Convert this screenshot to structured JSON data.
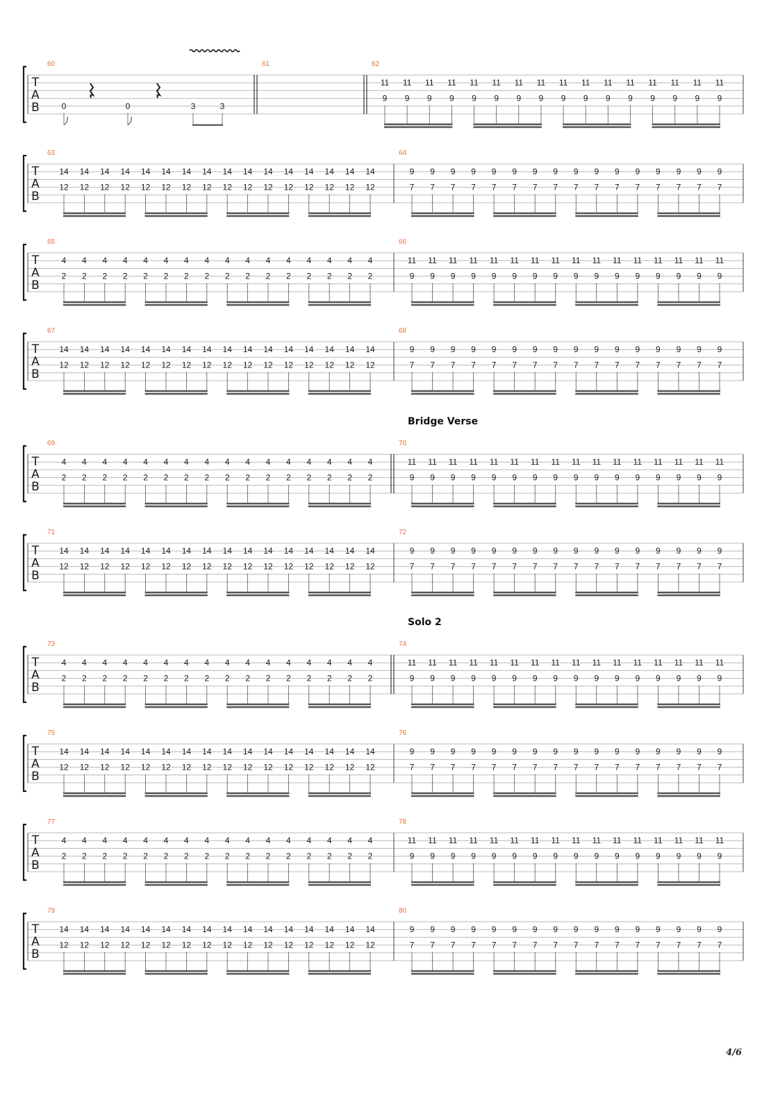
{
  "page_number": "4/6",
  "tab_clef": [
    "T",
    "A",
    "B"
  ],
  "section_labels": [
    {
      "text": "Bridge Verse",
      "before_system": 4
    },
    {
      "text": "Solo 2",
      "before_system": 6
    }
  ],
  "systems": [
    {
      "measures": [
        {
          "number": "60",
          "type": "special",
          "double_bar_end": true
        },
        {
          "number": "61",
          "type": "empty",
          "double_bar_end": true
        },
        {
          "number": "62",
          "type": "pattern",
          "top": "11",
          "bottom": "9",
          "top_string": 1,
          "bottom_string": 3
        }
      ]
    },
    {
      "measures": [
        {
          "number": "63",
          "type": "pattern",
          "top": "14",
          "bottom": "12",
          "top_string": 1,
          "bottom_string": 3
        },
        {
          "number": "64",
          "type": "pattern",
          "top": "9",
          "bottom": "7",
          "top_string": 1,
          "bottom_string": 3
        }
      ]
    },
    {
      "measures": [
        {
          "number": "65",
          "type": "pattern",
          "top": "4",
          "bottom": "2",
          "top_string": 1,
          "bottom_string": 3
        },
        {
          "number": "66",
          "type": "pattern",
          "top": "11",
          "bottom": "9",
          "top_string": 1,
          "bottom_string": 3
        }
      ]
    },
    {
      "measures": [
        {
          "number": "67",
          "type": "pattern",
          "top": "14",
          "bottom": "12",
          "top_string": 1,
          "bottom_string": 3
        },
        {
          "number": "68",
          "type": "pattern",
          "top": "9",
          "bottom": "7",
          "top_string": 1,
          "bottom_string": 3
        }
      ]
    },
    {
      "measures": [
        {
          "number": "69",
          "type": "pattern",
          "top": "4",
          "bottom": "2",
          "top_string": 1,
          "bottom_string": 3,
          "double_bar_end": true
        },
        {
          "number": "70",
          "type": "pattern",
          "top": "11",
          "bottom": "9",
          "top_string": 1,
          "bottom_string": 3
        }
      ]
    },
    {
      "measures": [
        {
          "number": "71",
          "type": "pattern",
          "top": "14",
          "bottom": "12",
          "top_string": 1,
          "bottom_string": 3
        },
        {
          "number": "72",
          "type": "pattern",
          "top": "9",
          "bottom": "7",
          "top_string": 1,
          "bottom_string": 3
        }
      ]
    },
    {
      "measures": [
        {
          "number": "73",
          "type": "pattern",
          "top": "4",
          "bottom": "2",
          "top_string": 1,
          "bottom_string": 3,
          "double_bar_end": true
        },
        {
          "number": "74",
          "type": "pattern",
          "top": "11",
          "bottom": "9",
          "top_string": 1,
          "bottom_string": 3
        }
      ]
    },
    {
      "measures": [
        {
          "number": "75",
          "type": "pattern",
          "top": "14",
          "bottom": "12",
          "top_string": 1,
          "bottom_string": 3
        },
        {
          "number": "76",
          "type": "pattern",
          "top": "9",
          "bottom": "7",
          "top_string": 1,
          "bottom_string": 3
        }
      ]
    },
    {
      "measures": [
        {
          "number": "77",
          "type": "pattern",
          "top": "4",
          "bottom": "2",
          "top_string": 1,
          "bottom_string": 3
        },
        {
          "number": "78",
          "type": "pattern",
          "top": "11",
          "bottom": "9",
          "top_string": 1,
          "bottom_string": 3
        }
      ]
    },
    {
      "measures": [
        {
          "number": "79",
          "type": "pattern",
          "top": "14",
          "bottom": "12",
          "top_string": 1,
          "bottom_string": 3
        },
        {
          "number": "80",
          "type": "pattern",
          "top": "9",
          "bottom": "7",
          "top_string": 1,
          "bottom_string": 3
        }
      ]
    }
  ],
  "measure_60_notes": [
    {
      "fret": "0",
      "string": 4
    },
    {
      "fret": "0",
      "string": 4
    },
    {
      "fret": "3",
      "string": 4
    },
    {
      "fret": "3",
      "string": 4
    }
  ],
  "colors": {
    "measure_number": "#e8703a",
    "staff_line": "#b9b9b9",
    "ink": "#1a1a1a"
  }
}
